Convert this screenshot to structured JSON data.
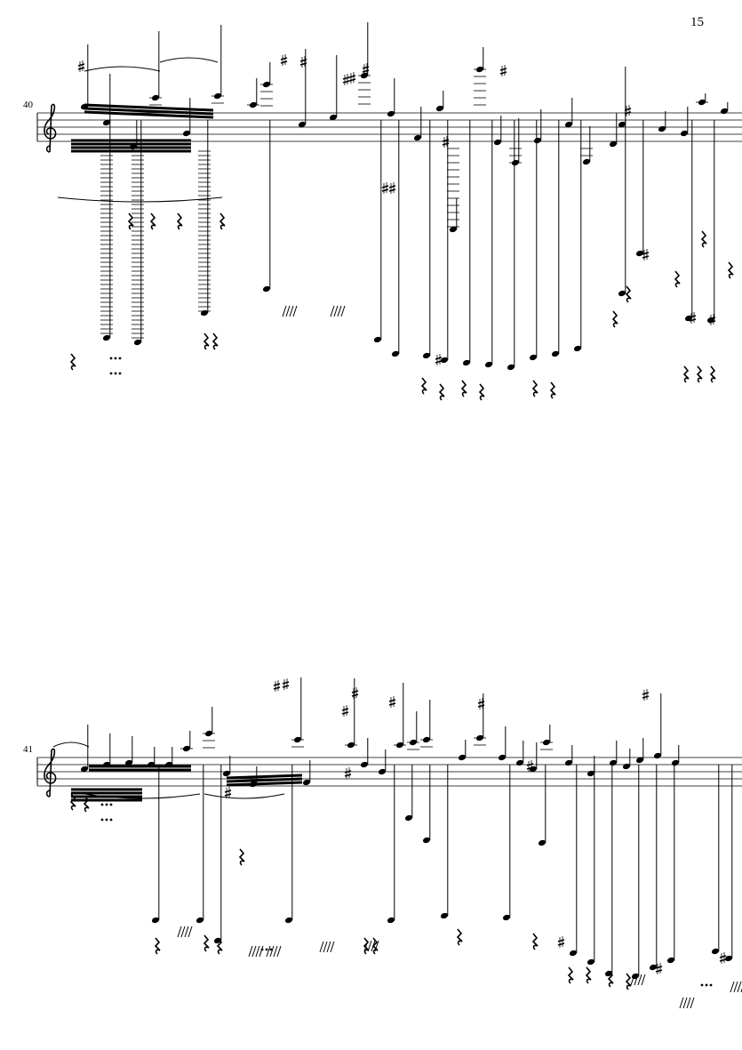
{
  "page": {
    "page_number": "15"
  },
  "systems": [
    {
      "measure_number": "40",
      "clef": "treble-clef"
    },
    {
      "measure_number": "41",
      "clef": "treble-clef"
    }
  ],
  "colors": {
    "ink": "#000000",
    "paper": "#ffffff"
  }
}
